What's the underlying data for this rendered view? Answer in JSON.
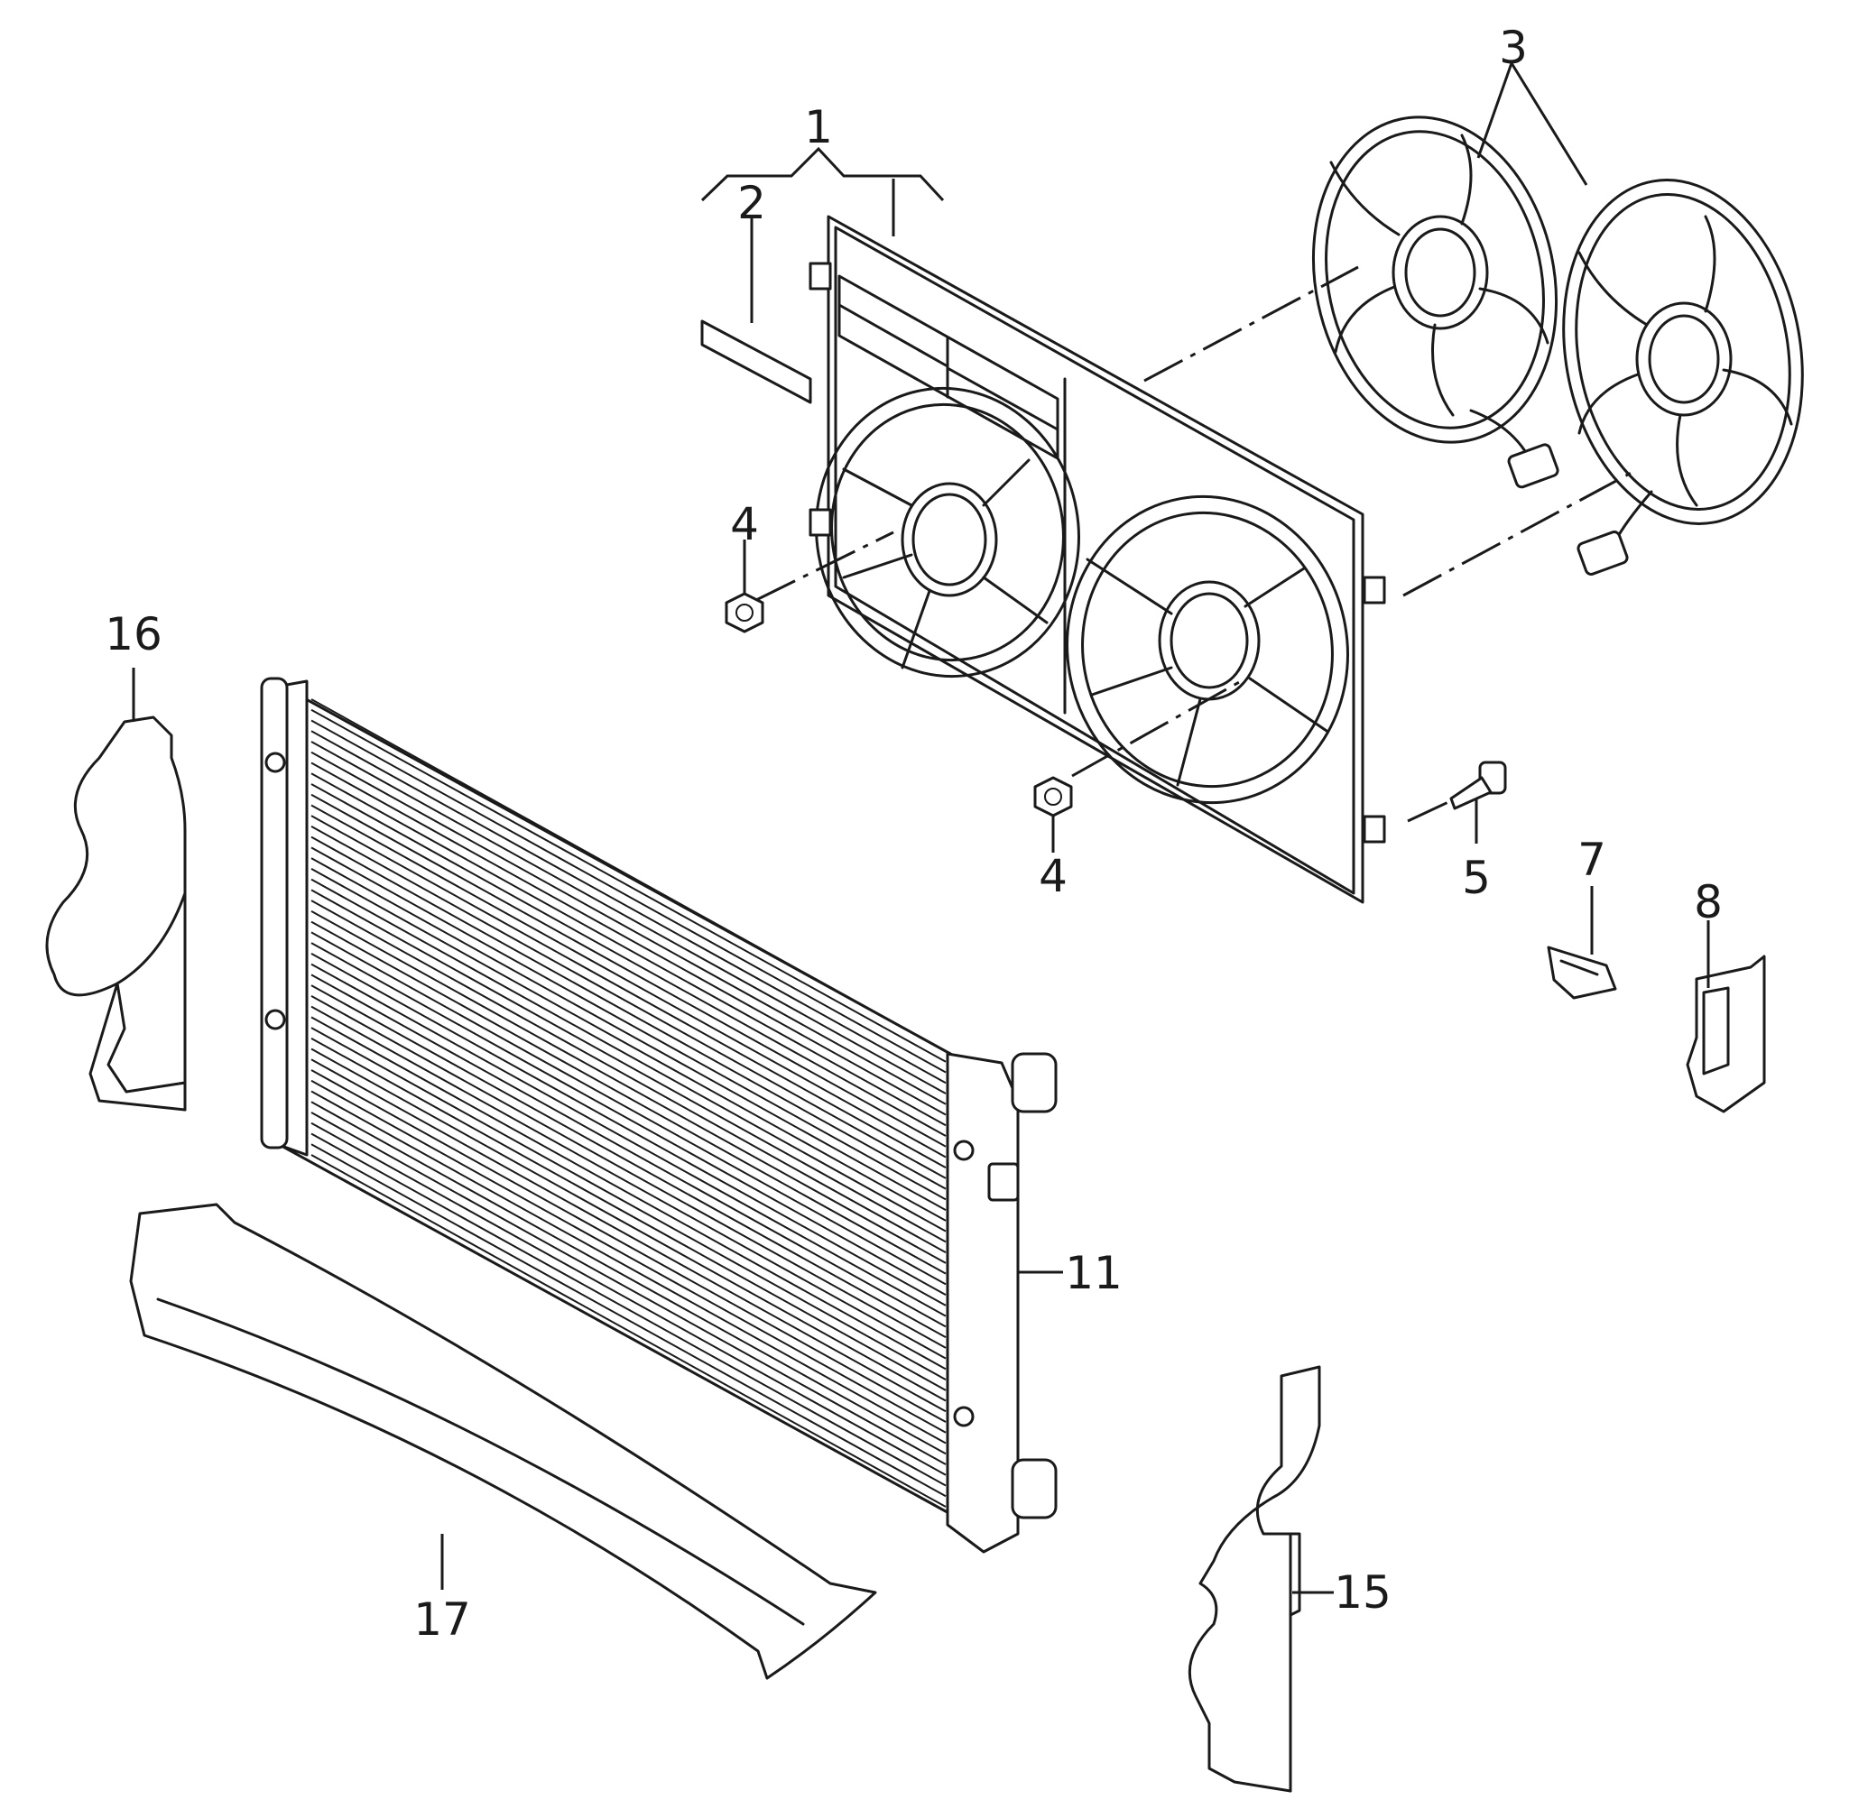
{
  "diagram": {
    "callouts": [
      {
        "id": "1",
        "label": "1"
      },
      {
        "id": "2",
        "label": "2"
      },
      {
        "id": "3",
        "label": "3"
      },
      {
        "id": "4a",
        "label": "4"
      },
      {
        "id": "4b",
        "label": "4"
      },
      {
        "id": "5",
        "label": "5"
      },
      {
        "id": "7",
        "label": "7"
      },
      {
        "id": "8",
        "label": "8"
      },
      {
        "id": "11",
        "label": "11"
      },
      {
        "id": "15",
        "label": "15"
      },
      {
        "id": "16",
        "label": "16"
      },
      {
        "id": "17",
        "label": "17"
      }
    ]
  }
}
